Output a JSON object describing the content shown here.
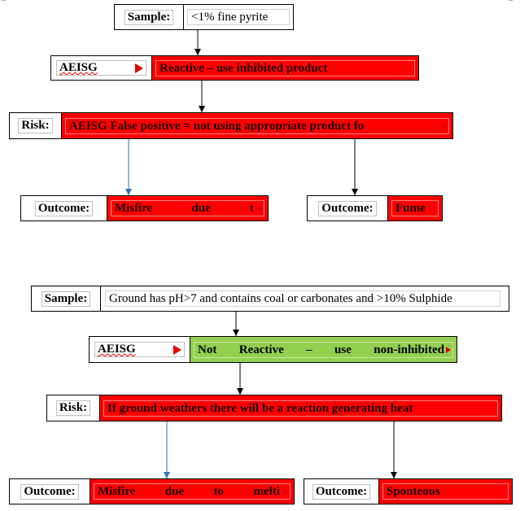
{
  "flow1": {
    "sample_label": "Sample:",
    "sample_value": "<1% fine pyrite",
    "aeisg_label": "AEISG",
    "aeisg_result": "Reactive – use inhibited product",
    "risk_label": "Risk:",
    "risk_text": "AEISG False positive = not using appropriate product fo",
    "outcome_label": "Outcome:",
    "outcome_left": [
      "Misfire",
      "due",
      "t"
    ],
    "outcome_right": "Fume"
  },
  "flow2": {
    "sample_label": "Sample:",
    "sample_value": "Ground has pH>7 and contains coal or carbonates and >10% Sulphide",
    "aeisg_label": "AEISG",
    "aeisg_result": [
      "Not",
      "Reactive",
      "–",
      "use",
      "non-inhibited"
    ],
    "risk_label": "Risk:",
    "risk_text": "If ground weathers there will be a reaction generating heat",
    "outcome_label": "Outcome:",
    "outcome_left": [
      "Misfire",
      "due",
      "to",
      "melti"
    ],
    "outcome_right": "Sponteous"
  },
  "colors": {
    "red": "#ff0000",
    "green": "#92d050",
    "connector_black": "#000000",
    "connector_blue": "#2e75b6"
  }
}
